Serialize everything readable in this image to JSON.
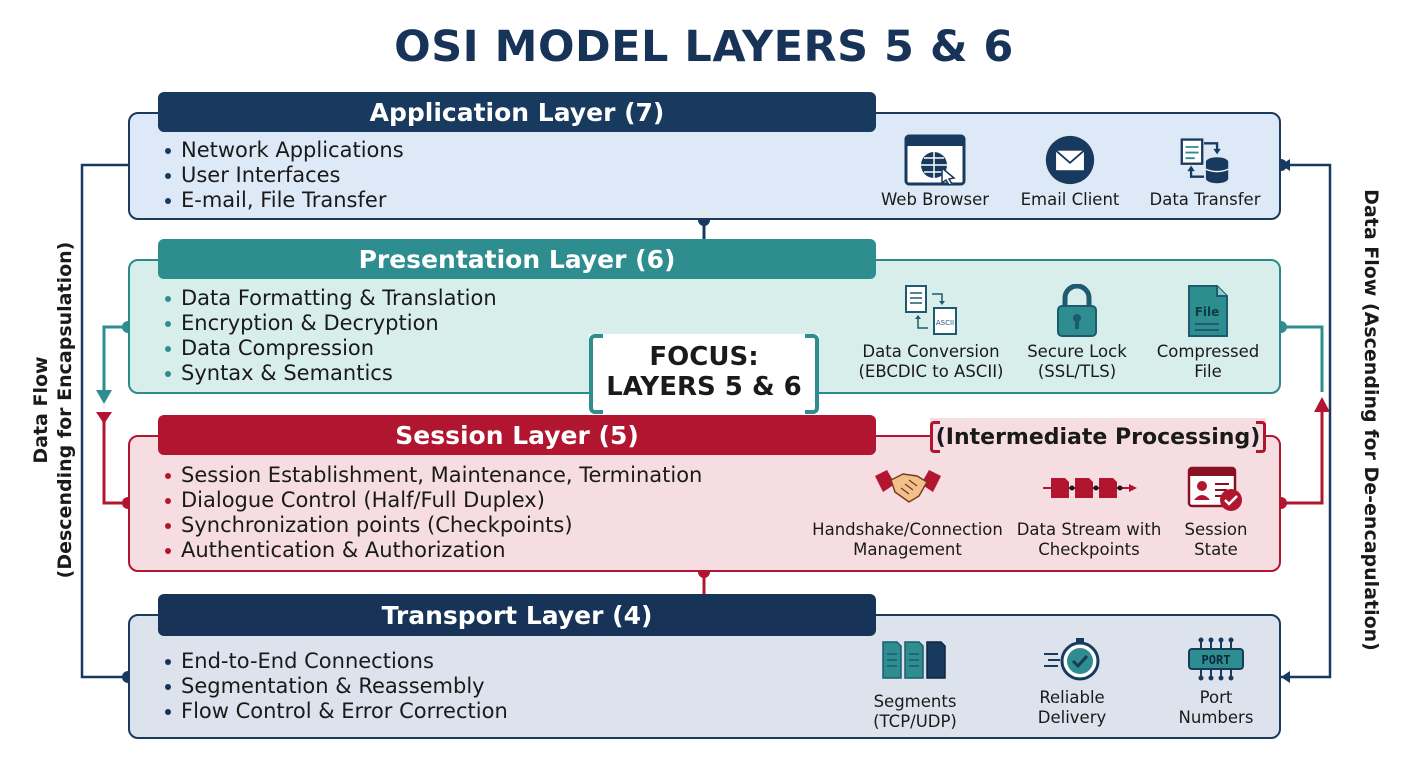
{
  "title": "OSI MODEL LAYERS 5 & 6",
  "layers": [
    {
      "header": "Application Layer (7)",
      "bullets": [
        "Network Applications",
        "User Interfaces",
        "E-mail, File Transfer"
      ],
      "icons": [
        {
          "name": "web-browser-icon",
          "label": "Web Browser"
        },
        {
          "name": "email-client-icon",
          "label": "Email Client"
        },
        {
          "name": "data-transfer-icon",
          "label": "Data Transfer"
        }
      ]
    },
    {
      "header": "Presentation Layer (6)",
      "bullets": [
        "Data Formatting & Translation",
        "Encryption & Decryption",
        "Data Compression",
        "Syntax & Semantics"
      ],
      "icons": [
        {
          "name": "data-conversion-icon",
          "label_lines": [
            "Data Conversion",
            "(EBCDIC to ASCII)"
          ],
          "glyph_text": "ASCII"
        },
        {
          "name": "secure-lock-icon",
          "label_lines": [
            "Secure Lock",
            "(SSL/TLS)"
          ]
        },
        {
          "name": "compressed-file-icon",
          "label_lines": [
            "Compressed",
            "File"
          ],
          "glyph_text": "File"
        }
      ]
    },
    {
      "header": "Session Layer (5)",
      "bullets": [
        "Session Establishment, Maintenance, Termination",
        "Dialogue Control (Half/Full Duplex)",
        "Synchronization points (Checkpoints)",
        "Authentication & Authorization"
      ],
      "icons": [
        {
          "name": "handshake-icon",
          "label_lines": [
            "Handshake/Connection",
            "Management"
          ]
        },
        {
          "name": "data-stream-icon",
          "label_lines": [
            "Data Stream with",
            "Checkpoints"
          ]
        },
        {
          "name": "session-state-icon",
          "label_lines": [
            "Session",
            "State"
          ]
        }
      ]
    },
    {
      "header": "Transport Layer (4)",
      "bullets": [
        "End-to-End Connections",
        "Segmentation & Reassembly",
        "Flow Control & Error Correction"
      ],
      "icons": [
        {
          "name": "segments-icon",
          "label_lines": [
            "Segments",
            "(TCP/UDP)"
          ]
        },
        {
          "name": "reliable-delivery-icon",
          "label_lines": [
            "Reliable",
            "Delivery"
          ]
        },
        {
          "name": "port-numbers-icon",
          "label_lines": [
            "Port",
            "Numbers"
          ],
          "glyph_text": "PORT"
        }
      ]
    }
  ],
  "focus": {
    "line1": "FOCUS:",
    "line2": "LAYERS 5 & 6"
  },
  "intermediate_label": "(Intermediate Processing)",
  "side_labels": {
    "left": {
      "line1": "Data Flow",
      "line2": "(Descending for Encapsulation)"
    },
    "right": {
      "line1": "Data Flow (Ascending for De-encapulation)"
    }
  },
  "colors": {
    "navy": "#173a5e",
    "teal": "#2e8d8e",
    "crimson": "#b1152f",
    "app_bg": "#dde9f6",
    "pres_bg": "#d8eeea",
    "sess_bg": "#f6dde2",
    "trans_bg": "#dce3ec"
  }
}
